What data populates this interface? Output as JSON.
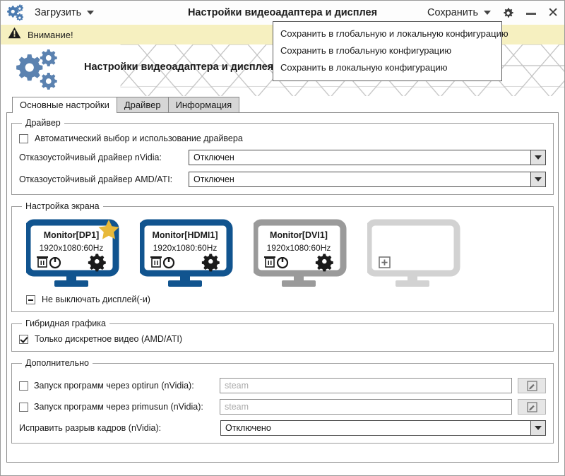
{
  "titlebar": {
    "logo_icon": "gears-icon",
    "load_menu": "Загрузить",
    "title": "Настройки видеоадаптера и дисплея",
    "save_menu": "Сохранить",
    "settings_icon": "gear-icon",
    "minimize_icon": "minimize-icon",
    "close_icon": "close-icon"
  },
  "dropdown": {
    "items": [
      "Сохранить в глобальную и локальную конфигурацию",
      "Сохранить в глобальную конфигурацию",
      "Сохранить в локальную конфигурацию"
    ]
  },
  "warning": {
    "icon": "warning-triangle-icon",
    "text": "Внимание!"
  },
  "banner": {
    "logo_icon": "gears-icon",
    "title": "Настройки видеоадаптера и дисплея"
  },
  "tabs": [
    {
      "label": "Основные настройки",
      "active": true
    },
    {
      "label": "Драйвер",
      "active": false
    },
    {
      "label": "Информация",
      "active": false
    }
  ],
  "driver_group": {
    "legend": "Драйвер",
    "auto_checkbox": {
      "label": "Автоматический выбор и использование драйвера",
      "state": "unchecked"
    },
    "rows": [
      {
        "label": "Отказоустойчивый драйвер nVidia:",
        "value": "Отключен"
      },
      {
        "label": "Отказоустойчивый драйвер AMD/ATI:",
        "value": "Отключен"
      }
    ]
  },
  "screen_group": {
    "legend": "Настройка экрана",
    "monitors": [
      {
        "name": "Monitor[DP1]",
        "mode": "1920x1080:60Hz",
        "state": "active",
        "primary": true,
        "color": "#11548f",
        "icons": [
          "trash-icon",
          "power-icon",
          "gear-icon"
        ]
      },
      {
        "name": "Monitor[HDMI1]",
        "mode": "1920x1080:60Hz",
        "state": "active",
        "primary": false,
        "color": "#11548f",
        "icons": [
          "trash-icon",
          "power-icon",
          "gear-icon"
        ]
      },
      {
        "name": "Monitor[DVI1]",
        "mode": "1920x1080:60Hz",
        "state": "disabled",
        "primary": false,
        "color": "#9a9a9a",
        "icons": [
          "trash-icon",
          "power-icon",
          "gear-icon"
        ]
      },
      {
        "name": "",
        "mode": "",
        "state": "empty",
        "primary": false,
        "color": "#d2d2d2",
        "icons": [
          "plus-icon"
        ]
      }
    ],
    "keep_on_checkbox": {
      "label": "Не выключать дисплей(-и)",
      "state": "partial"
    }
  },
  "hybrid_group": {
    "legend": "Гибридная графика",
    "discrete_checkbox": {
      "label": "Только дискретное видео (AMD/ATI)",
      "state": "checked"
    }
  },
  "extra_group": {
    "legend": "Дополнительно",
    "optirun": {
      "label": "Запуск программ через optirun (nVidia):",
      "state": "unchecked",
      "placeholder": "steam",
      "value": "",
      "edit_icon": "pencil-square-icon"
    },
    "primusrun": {
      "label": "Запуск программ через primusun (nVidia):",
      "state": "unchecked",
      "placeholder": "steam",
      "value": "",
      "edit_icon": "pencil-square-icon"
    },
    "tearfix": {
      "label": "Исправить разрыв кадров (nVidia):",
      "value": "Отключено"
    }
  },
  "colors": {
    "accent_blue": "#11548f",
    "disabled_gray": "#9a9a9a",
    "empty_gray": "#d2d2d2",
    "star_gold": "#e8b93a",
    "warning_bg": "#f6f0c0",
    "logo_blue": "#5b82b0"
  }
}
